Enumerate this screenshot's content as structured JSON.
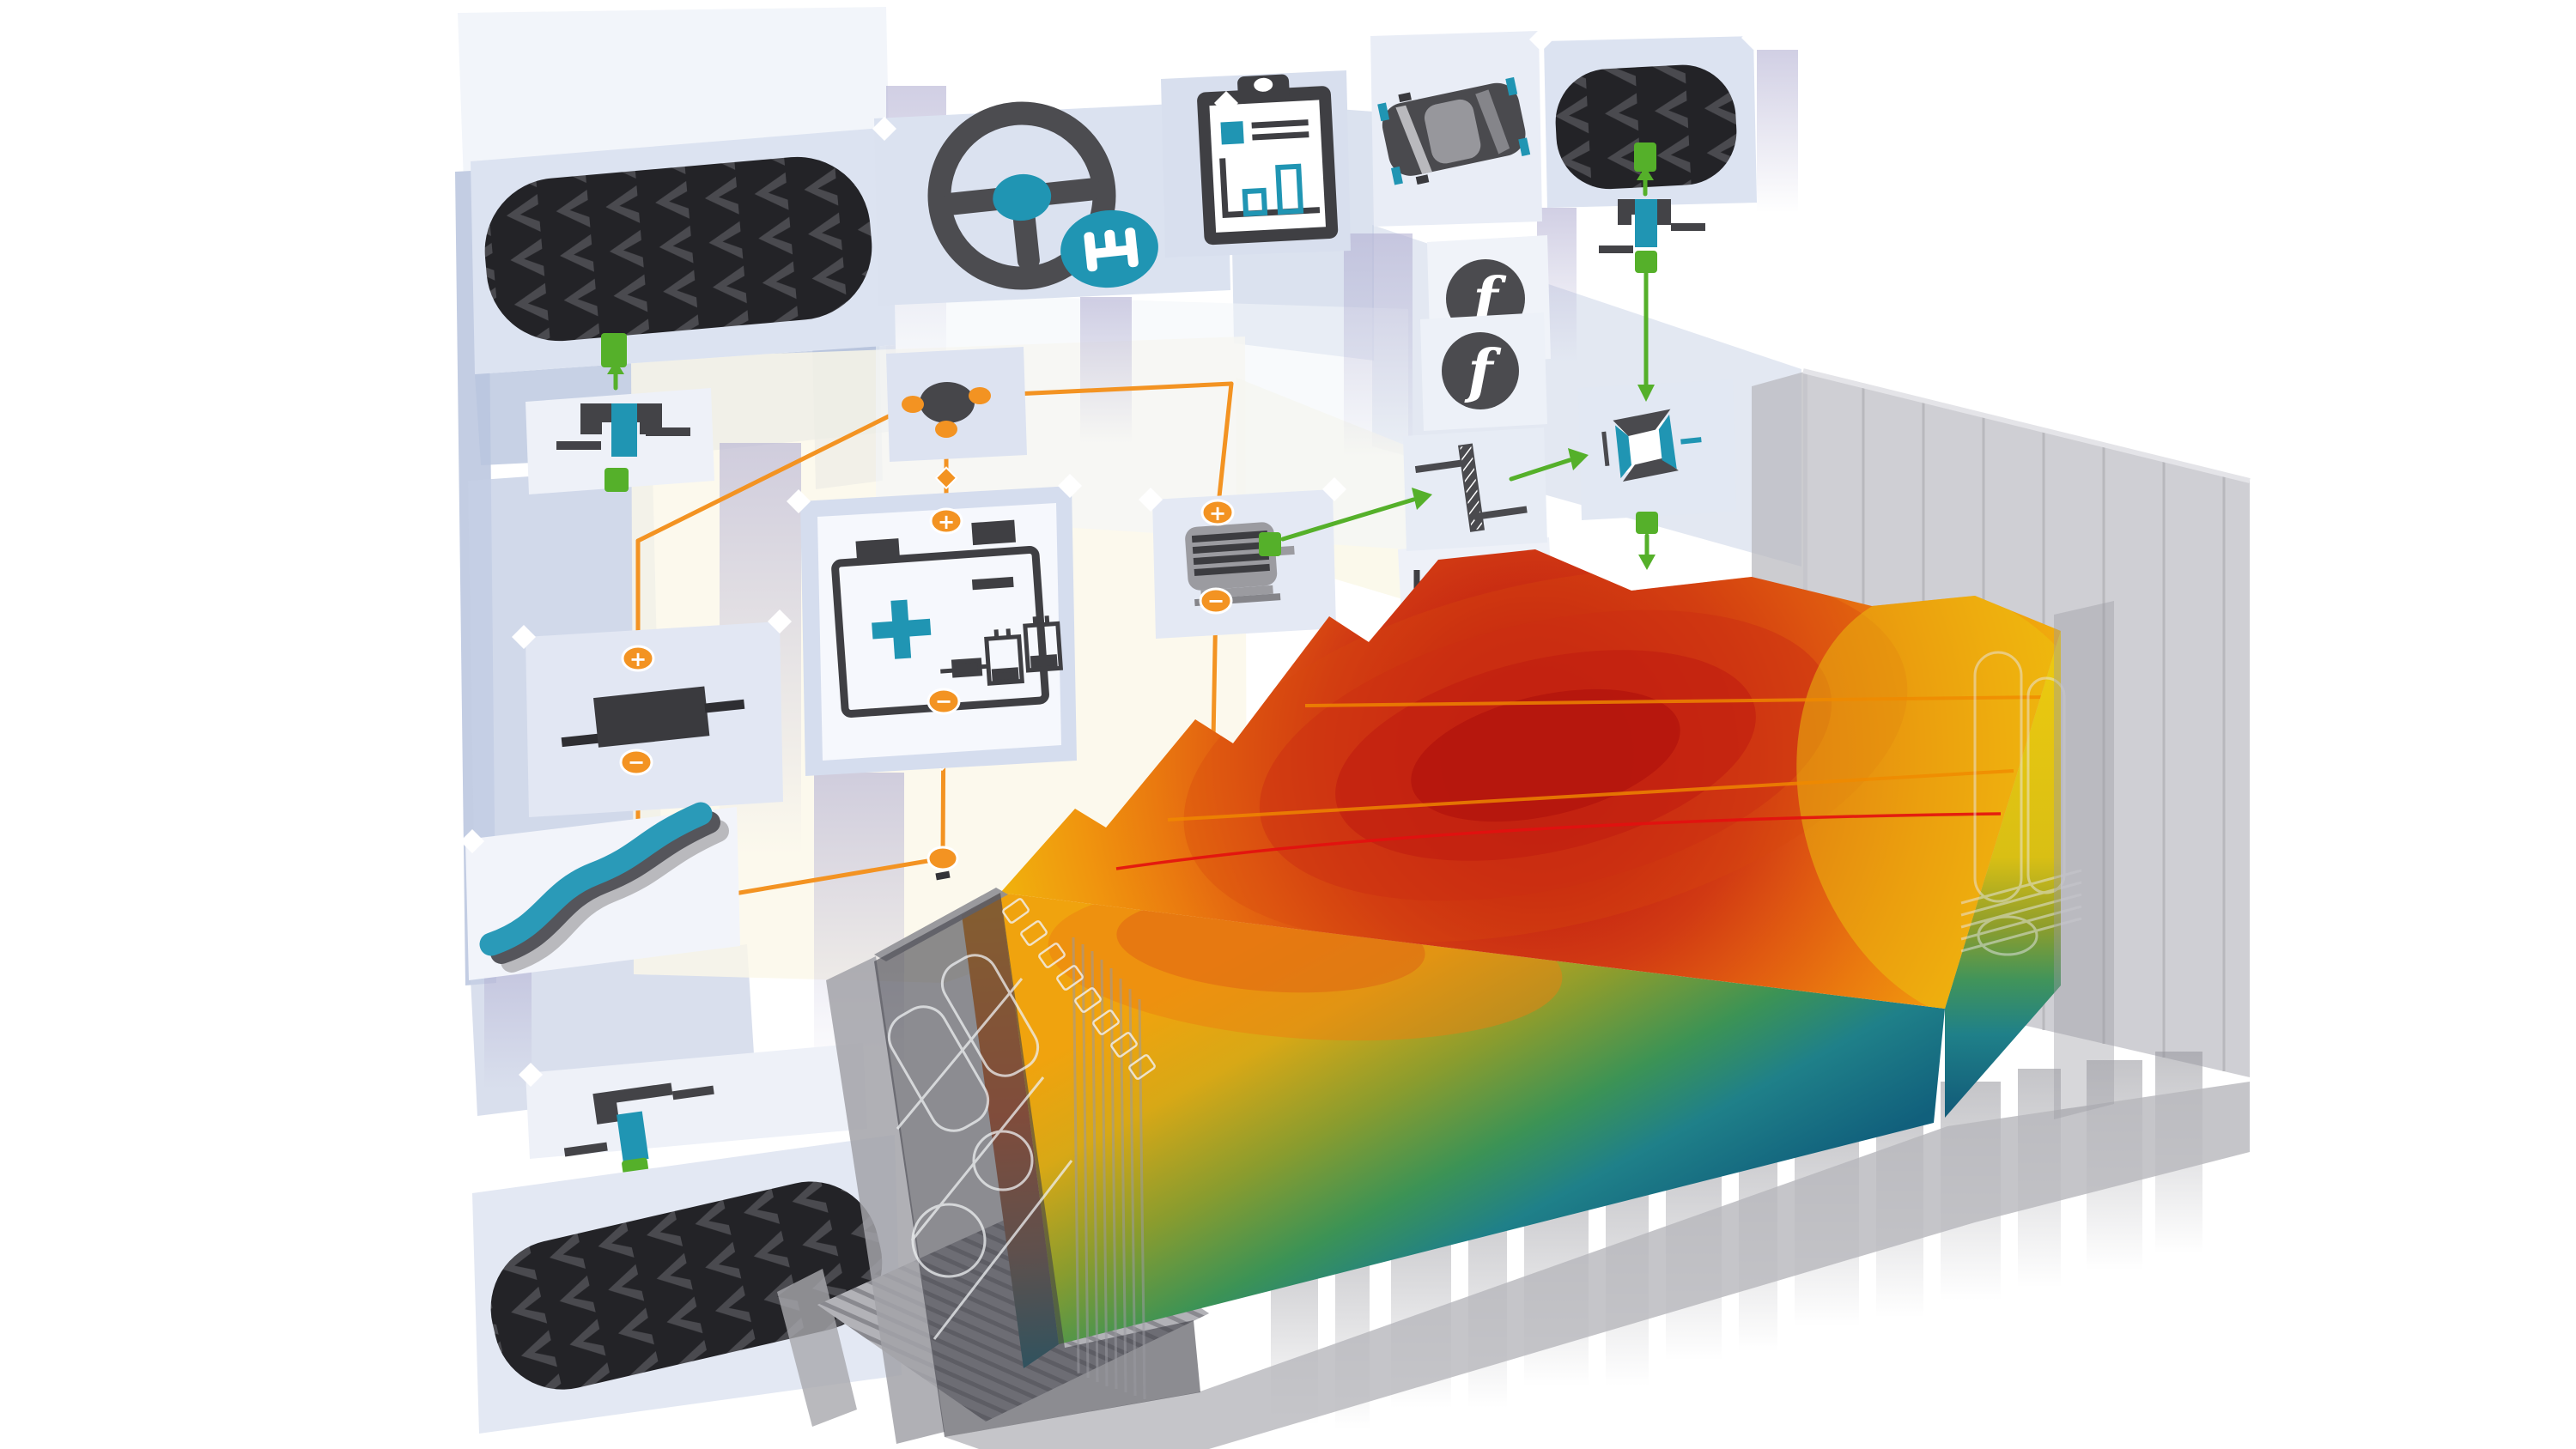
{
  "diagram": {
    "kind": "ev-battery-system-simulation-illustration",
    "connectors": {
      "plus": "+",
      "minus": "−",
      "function": "f"
    },
    "components": [
      {
        "id": "tire-front-left",
        "name": "tire tread front left"
      },
      {
        "id": "suspension-front-left",
        "name": "wheel suspension block front left"
      },
      {
        "id": "steering-wheel",
        "name": "steering wheel"
      },
      {
        "id": "gear-shift-badge",
        "name": "gear shift pattern badge"
      },
      {
        "id": "test-report",
        "name": "clipboard with bar chart"
      },
      {
        "id": "vehicle-top-view",
        "name": "car top view"
      },
      {
        "id": "tire-front-right",
        "name": "tire tread front right"
      },
      {
        "id": "suspension-front-right",
        "name": "wheel suspension block front right"
      },
      {
        "id": "function-block-1",
        "name": "function block f"
      },
      {
        "id": "function-block-2",
        "name": "function block f"
      },
      {
        "id": "bolt-block",
        "name": "threaded fastener block"
      },
      {
        "id": "inverter-block",
        "name": "inverter block"
      },
      {
        "id": "electrical-node",
        "name": "electrical junction node"
      },
      {
        "id": "battery-equivalent-circuit",
        "name": "battery equivalent circuit"
      },
      {
        "id": "resistor-block",
        "name": "resistor block"
      },
      {
        "id": "electric-motor",
        "name": "electric motor block"
      },
      {
        "id": "road-profile",
        "name": "road profile curve"
      },
      {
        "id": "suspension-rear",
        "name": "wheel suspension block rear"
      },
      {
        "id": "tire-rear",
        "name": "tire tread rear"
      },
      {
        "id": "battery-pack",
        "name": "battery pack 3D thermal simulation"
      }
    ],
    "colors": {
      "orange": "#f39322",
      "green": "#55b02a",
      "teal": "#2095b3",
      "icon-dark": "#434347",
      "panel-blue": "#dce3f1",
      "panel-blue-deep": "#b9c5de",
      "lavender": "#b2afd2",
      "cream": "#fbf8e8",
      "heat-red": "#b21410",
      "heat-orange": "#ea7a0f",
      "heat-yellow": "#edc90f",
      "cool-green": "#3c9355",
      "cool-blue": "#11607c",
      "casing-gray": "#c5c5ca"
    },
    "gradients": {
      "gradTop": [
        [
          "0%",
          "#b21410"
        ],
        [
          "22%",
          "#c32112"
        ],
        [
          "40%",
          "#d13a13"
        ],
        [
          "55%",
          "#e05a11"
        ],
        [
          "70%",
          "#ea7a0f"
        ],
        [
          "84%",
          "#f0950e"
        ],
        [
          "100%",
          "#f0b10d"
        ]
      ],
      "gradFront": [
        [
          "0%",
          "#f0a30e"
        ],
        [
          "20%",
          "#d8a816"
        ],
        [
          "42%",
          "#8a9c2e"
        ],
        [
          "62%",
          "#3c9355"
        ],
        [
          "78%",
          "#1f8089"
        ],
        [
          "100%",
          "#11607c"
        ]
      ],
      "gradEnd": [
        [
          "0%",
          "#edc90f"
        ],
        [
          "45%",
          "#d9bf14"
        ],
        [
          "60%",
          "#8f9e2b"
        ],
        [
          "72%",
          "#41945a"
        ],
        [
          "84%",
          "#1f8089"
        ],
        [
          "100%",
          "#135e7a"
        ]
      ],
      "gradLeft": [
        [
          "0%",
          "#ec8a10"
        ],
        [
          "45%",
          "#e0602a"
        ],
        [
          "75%",
          "#8f6a55"
        ],
        [
          "100%",
          "#1d6f80"
        ]
      ],
      "fadeGray": [
        [
          "0%",
          "rgba(148,148,155,0.55)"
        ],
        [
          "100%",
          "rgba(148,148,155,0)"
        ]
      ],
      "fadeLav": [
        [
          "0%",
          "rgba(178,175,210,0.6)"
        ],
        [
          "100%",
          "rgba(178,175,210,0)"
        ]
      ]
    }
  }
}
